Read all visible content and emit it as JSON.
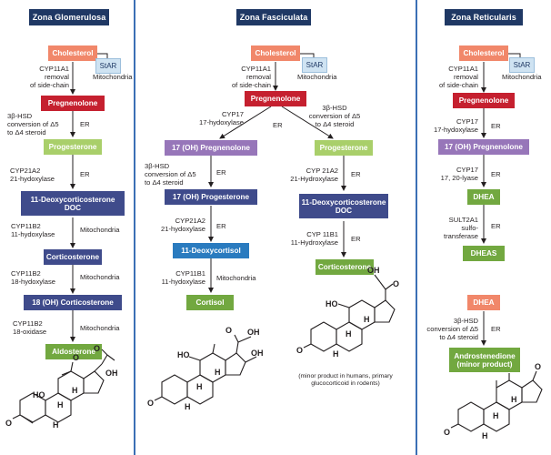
{
  "columns": {
    "glomerulosa": "Zona Glomerulosa",
    "fasciculata": "Zona Fasciculata",
    "reticularis": "Zona Reticularis"
  },
  "colors": {
    "header": "#1f3864",
    "divider": "#3b6fb5",
    "cholesterol": "#f1876a",
    "pregnenolone": "#c5202f",
    "progesterone": "#a9cf6a",
    "deoxy": "#3f4b8b",
    "hydroxy": "#9776b9",
    "cortisol_path": "#2a7bbf",
    "final": "#72a840"
  },
  "glomerulosa": {
    "cholesterol": "Cholesterol",
    "star": "StAR",
    "mito1": "Mitochondria",
    "enz1": [
      "CYP11A1",
      "removal",
      "of side-chain"
    ],
    "pregnenolone": "Pregnenolone",
    "enz2": [
      "3β-HSD",
      "conversion of Δ5",
      "to Δ4 steroid"
    ],
    "er1": "ER",
    "progesterone": "Progesterone",
    "enz3": [
      "CYP21A2",
      "21-hydoxylase"
    ],
    "er2": "ER",
    "doc": [
      "11-Deoxycorticosterone",
      "DOC"
    ],
    "enz4": [
      "CYP11B2",
      "11-hydoxylase"
    ],
    "mito2": "Mitochondria",
    "corticosterone": "Corticosterone",
    "enz5": [
      "CYP11B2",
      "18-hydoxylase"
    ],
    "mito3": "Mitochondria",
    "oh_cort": "18 (OH) Corticosterone",
    "enz6": [
      "CYP11B2",
      "18-oxidase"
    ],
    "mito4": "Mitochondria",
    "aldosterone": "Aldosterone"
  },
  "fasciculata": {
    "cholesterol": "Cholesterol",
    "star": "StAR",
    "mito1": "Mitochondria",
    "enz1": [
      "CYP11A1",
      "removal",
      "of side-chain"
    ],
    "pregnenolone": "Pregnenolone",
    "enz_left": [
      "CYP17",
      "17-hydoxylase"
    ],
    "er_mid": "ER",
    "enz_right": [
      "3β-HSD",
      "conversion of Δ5",
      "to Δ4 steroid"
    ],
    "oh_preg": "17 (OH) Pregnenolone",
    "progesterone": "Progesterone",
    "enz_l2": [
      "3β-HSD",
      "conversion of Δ5",
      "to Δ4 steroid"
    ],
    "er_l2": "ER",
    "enz_r2": [
      "CYP 21A2",
      "21-Hydroxylase"
    ],
    "er_r2": "ER",
    "oh_prog": "17 (OH) Progesterone",
    "doc": [
      "11-Deoxycorticosterone",
      "DOC"
    ],
    "enz_l3": [
      "CYP21A2",
      "21-hydoxylase"
    ],
    "er_l3": "ER",
    "enz_r3": [
      "CYP 11B1",
      "11-Hydroxylase"
    ],
    "er_r3": "ER",
    "deoxycortisol": "11-Deoxycortisol",
    "corticosterone": "Corticosterone",
    "enz_l4": [
      "CYP11B1",
      "11-hydoxylase"
    ],
    "mito_l4": "Mitochondria",
    "cortisol": "Cortisol",
    "note": [
      "(minor product in humans, primary",
      "glucocorticoid in rodents)"
    ]
  },
  "reticularis": {
    "cholesterol": "Cholesterol",
    "star": "StAR",
    "mito1": "Mitochondria",
    "enz1": [
      "CYP11A1",
      "removal",
      "of side-chain"
    ],
    "pregnenolone": "Pregnenolone",
    "enz2": [
      "CYP17",
      "17-hydoxylase"
    ],
    "er2": "ER",
    "oh_preg": "17 (OH) Pregnenolone",
    "enz3": [
      "CYP17",
      "17, 20-lyase"
    ],
    "er3": "ER",
    "dhea": "DHEA",
    "enz4": [
      "SULT2A1",
      "sulfo-",
      "transferase"
    ],
    "er4": "ER",
    "dheas": "DHEAS",
    "dhea2": "DHEA",
    "enz5": [
      "3β-HSD",
      "conversion of Δ5",
      "to Δ4 steroid"
    ],
    "er5": "ER",
    "andro": [
      "Androstenedione",
      "(minor product)"
    ]
  },
  "structures": {
    "aldosterone": [
      "HO",
      "O",
      "OH",
      "O",
      "H",
      "H",
      "H",
      "O"
    ],
    "cortisol": [
      "HO",
      "O",
      "OH",
      "OH",
      "H",
      "H",
      "H",
      "O"
    ],
    "corticosterone": [
      "OH",
      "HO",
      "O",
      "H",
      "H",
      "H",
      "O"
    ],
    "androstenedione": [
      "O",
      "H",
      "H",
      "H",
      "O"
    ]
  }
}
